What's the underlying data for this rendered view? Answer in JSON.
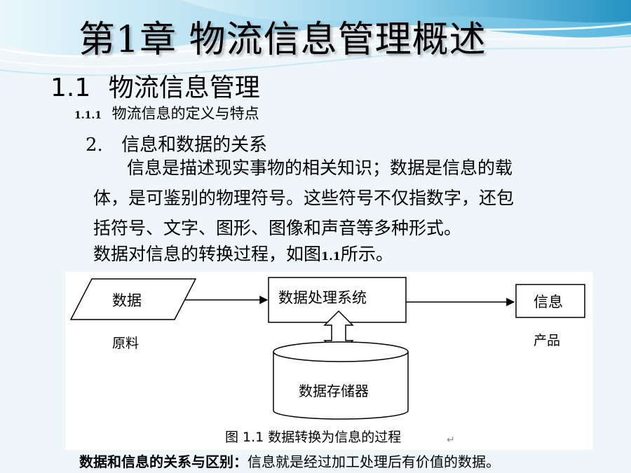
{
  "slide": {
    "title": "第1章  物流信息管理概述",
    "section": {
      "number": "1.1",
      "title": "物流信息管理"
    },
    "subsection": {
      "number": "1.1.1",
      "title": "物流信息的定义与特点"
    },
    "point": {
      "number": "2.",
      "title": "信息和数据的关系"
    },
    "paragraph_lines": [
      "信息是描述现实事物的相关知识；数据是信息的载",
      "体，是可鉴别的物理符号。这些符号不仅指数字，还包",
      "括符号、文字、图形、图像和声音等多种形式。"
    ],
    "figure_intro": {
      "before": "数据对信息的转换过程，如图",
      "ref": "1.1",
      "after": "所示。"
    },
    "figure": {
      "input_label": "数据",
      "input_caption": "原料",
      "process_label": "数据处理系统",
      "storage_label": "数据存储器",
      "output_label": "信息",
      "output_caption": "产品",
      "caption": "图 1.1  数据转换为信息的过程",
      "caption_mark": "↵"
    },
    "summary": {
      "bold": "数据和信息的关系与区别：",
      "text": "信息就是经过加工处理后有价值的数据。"
    }
  },
  "colors": {
    "wave_dark": "#1f8fc0",
    "wave_light": "#bfe6f4",
    "background": "#eef6f9"
  }
}
